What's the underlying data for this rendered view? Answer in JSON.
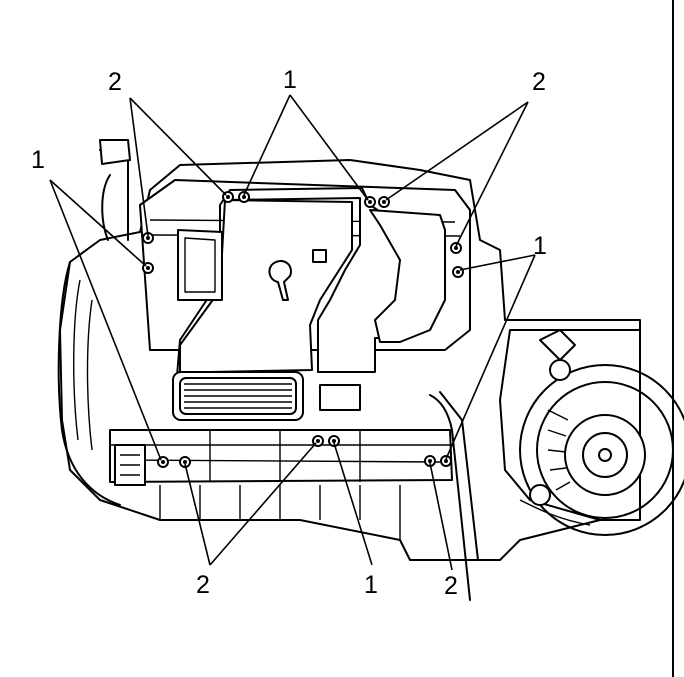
{
  "diagram": {
    "callouts": [
      {
        "id": "c2-top-left",
        "text": "2"
      },
      {
        "id": "c1-top-center",
        "text": "1"
      },
      {
        "id": "c2-top-right",
        "text": "2"
      },
      {
        "id": "c1-left",
        "text": "1"
      },
      {
        "id": "c1-right",
        "text": "1"
      },
      {
        "id": "c2-bottom-left",
        "text": "2"
      },
      {
        "id": "c1-bottom-center",
        "text": "1"
      },
      {
        "id": "c2-bottom-right",
        "text": "2"
      }
    ]
  }
}
